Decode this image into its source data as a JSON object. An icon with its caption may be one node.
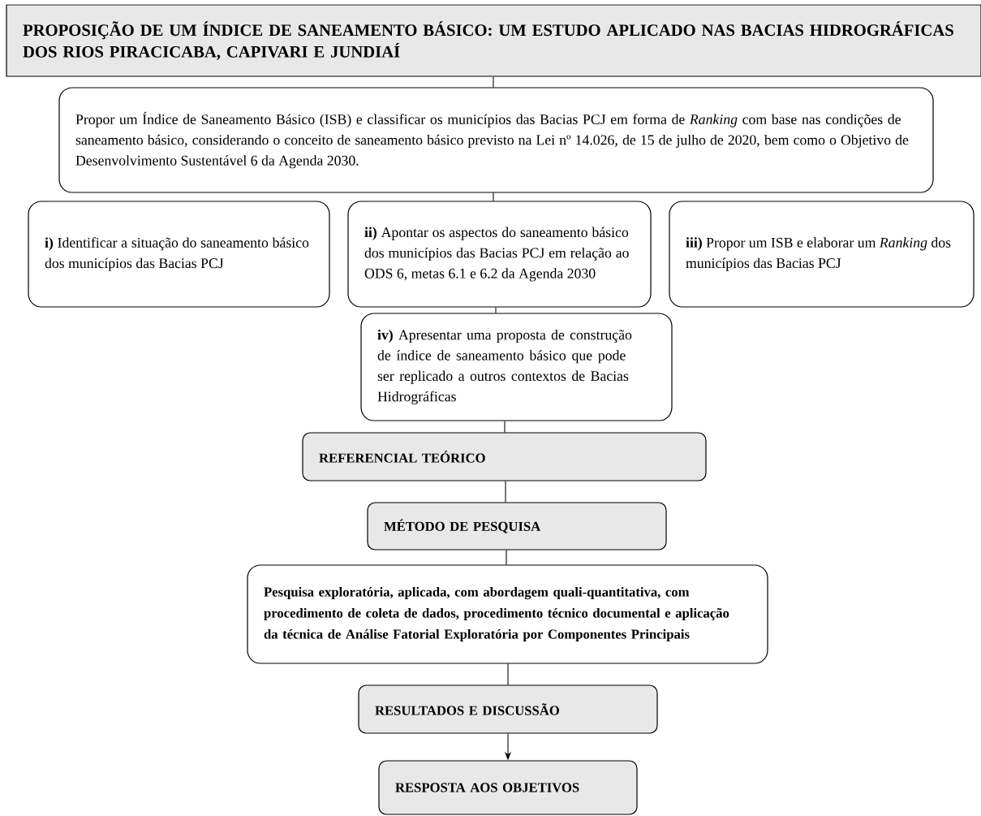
{
  "diagram": {
    "nodes": [
      {
        "text": [
          "PROPOSIÇÃO DE UM ÍNDICE DE SANEAMENTO BÁSICO: UM ESTUDO APLICADO NAS BACIAS HIDROGRÁFICAS DOS RIOS PIRACICABA, CAPIVARI E JUNDIAÍ"
        ]
      },
      {
        "text": [
          "Propor um Índice de Saneamento Básico (ISB) e classificar os municípios das Bacias PCJ em forma de *Ranking* com base nas condições de saneamento básico, considerando o conceito de saneamento básico previsto na Lei nº 14.026, de 15 de julho de 2020, bem como o Objetivo de Desenvolvimento Sustentável 6 da Agenda 2030."
        ]
      },
      {
        "text": [
          "**i)** Identificar a situação do saneamento básico dos municípios das Bacias PCJ"
        ]
      },
      {
        "text": [
          "**ii)** Apontar os aspectos do saneamento básico dos municípios das Bacias PCJ em relação ao ODS 6, metas 6.1 e 6.2 da Agenda 2030"
        ]
      },
      {
        "text": [
          "**iii)** Propor um ISB e elaborar um *Ranking* dos municípios das Bacias PCJ"
        ]
      },
      {
        "text": [
          "**iv)** Apresentar uma proposta de construção de índice de saneamento básico que pode ser replicado a outros contextos de Bacias Hidrográficas"
        ]
      },
      {
        "text": [
          "REFERENCIAL TEÓRICO"
        ]
      },
      {
        "text": [
          "MÉTODO DE PESQUISA"
        ]
      },
      {
        "text": [
          "Pesquisa exploratória, aplicada, com abordagem quali-quantitativa, com procedimento de coleta de dados, procedimento técnico documental e aplicação da técnica de Análise Fatorial Exploratória por Componentes Principais"
        ]
      },
      {
        "text": [
          "RESULTADOS E DISCUSSÃO"
        ]
      },
      {
        "text": [
          "RESPOSTA AOS OBJETIVOS"
        ]
      }
    ],
    "edges": [
      {
        "from": 0,
        "to": 1,
        "arrow": "none"
      },
      {
        "from": 1,
        "to": 3,
        "arrow": "none"
      },
      {
        "from": 3,
        "to": 5,
        "arrow": "none"
      },
      {
        "from": 5,
        "to": 6,
        "arrow": "none"
      },
      {
        "from": 6,
        "to": 7,
        "arrow": "none"
      },
      {
        "from": 7,
        "to": 8,
        "arrow": "none"
      },
      {
        "from": 8,
        "to": 9,
        "arrow": "none"
      },
      {
        "from": 9,
        "to": 10,
        "arrow": "to"
      }
    ]
  }
}
